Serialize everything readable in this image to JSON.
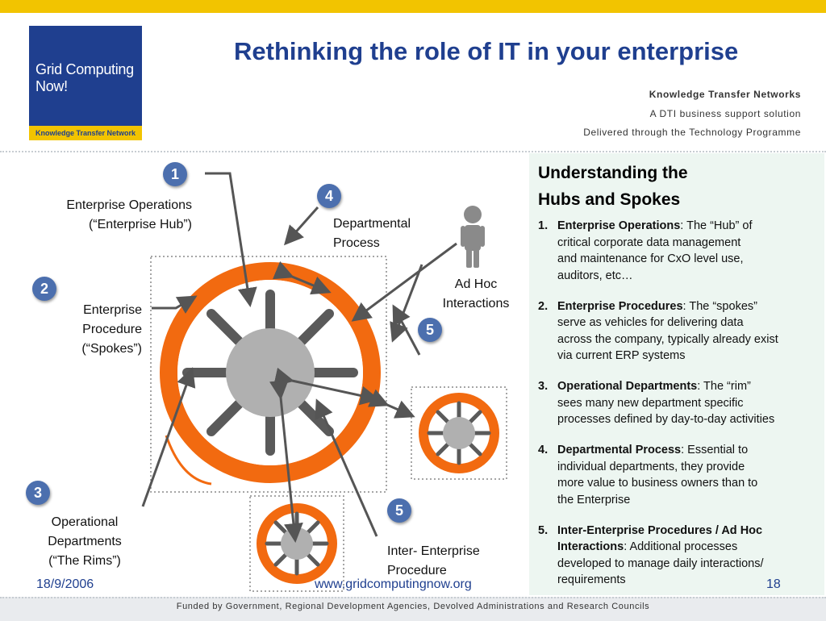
{
  "logo": {
    "line1": "Grid Computing",
    "line2": "Now!",
    "tagline": "Knowledge Transfer Network"
  },
  "title": "Rethinking the role of IT in your enterprise",
  "ktn": {
    "line1": "Knowledge Transfer Networks",
    "line2": "A DTI business support solution",
    "line3": "Delivered through the Technology Programme"
  },
  "diagram": {
    "badges": [
      "1",
      "2",
      "3",
      "4",
      "5",
      "5"
    ],
    "labels": {
      "enterprise_ops_1": "Enterprise Operations",
      "enterprise_ops_2": "(“Enterprise Hub”)",
      "enterprise_proc_1": "Enterprise",
      "enterprise_proc_2": "Procedure",
      "enterprise_proc_3": "(“Spokes”)",
      "operational_1": "Operational",
      "operational_2": "Departments",
      "operational_3": "(“The Rims”)",
      "departmental_1": "Departmental",
      "departmental_2": "Process",
      "adhoc_1": "Ad Hoc",
      "adhoc_2": "Interactions",
      "inter_1": "Inter- Enterprise",
      "inter_2": "Procedure"
    }
  },
  "panel": {
    "title_line1": "Understanding the",
    "title_line2": "Hubs and Spokes",
    "items": [
      {
        "num": "1.",
        "bold": "Enterprise Operations",
        "lines": [
          ":  The “Hub” of",
          "critical corporate data management",
          "and maintenance for CxO level use,",
          "auditors, etc…"
        ]
      },
      {
        "num": "2.",
        "bold": "Enterprise Procedures",
        "lines": [
          ": The “spokes”",
          "serve as vehicles for delivering data",
          "across the company, typically already exist",
          "via current ERP systems"
        ]
      },
      {
        "num": "3.",
        "bold": "Operational Departments",
        "lines": [
          ": The “rim”",
          "sees many new department specific",
          "processes defined by day-to-day activities"
        ]
      },
      {
        "num": "4.",
        "bold": "Departmental Process",
        "lines": [
          ": Essential to",
          "individual departments, they provide",
          "more value to business owners than to",
          "the Enterprise"
        ]
      },
      {
        "num": "5.",
        "bold": "Inter-Enterprise Procedures / Ad Hoc",
        "bold2": "Interactions",
        "lines": [
          ": Additional processes",
          "developed to manage daily interactions/",
          "requirements"
        ]
      }
    ]
  },
  "footer": {
    "date": "18/9/2006",
    "url": "www.gridcomputingnow.org",
    "page": "18",
    "funded": "Funded by Government, Regional Development Agencies, Devolved Administrations and Research Councils"
  },
  "colors": {
    "accent_blue": "#1f3f8f",
    "badge_blue": "#4c6fae",
    "rim_orange": "#f26a10",
    "hub_gray": "#b0b0b0",
    "yellow": "#f2c400",
    "panel_bg": "#edf6f1"
  }
}
